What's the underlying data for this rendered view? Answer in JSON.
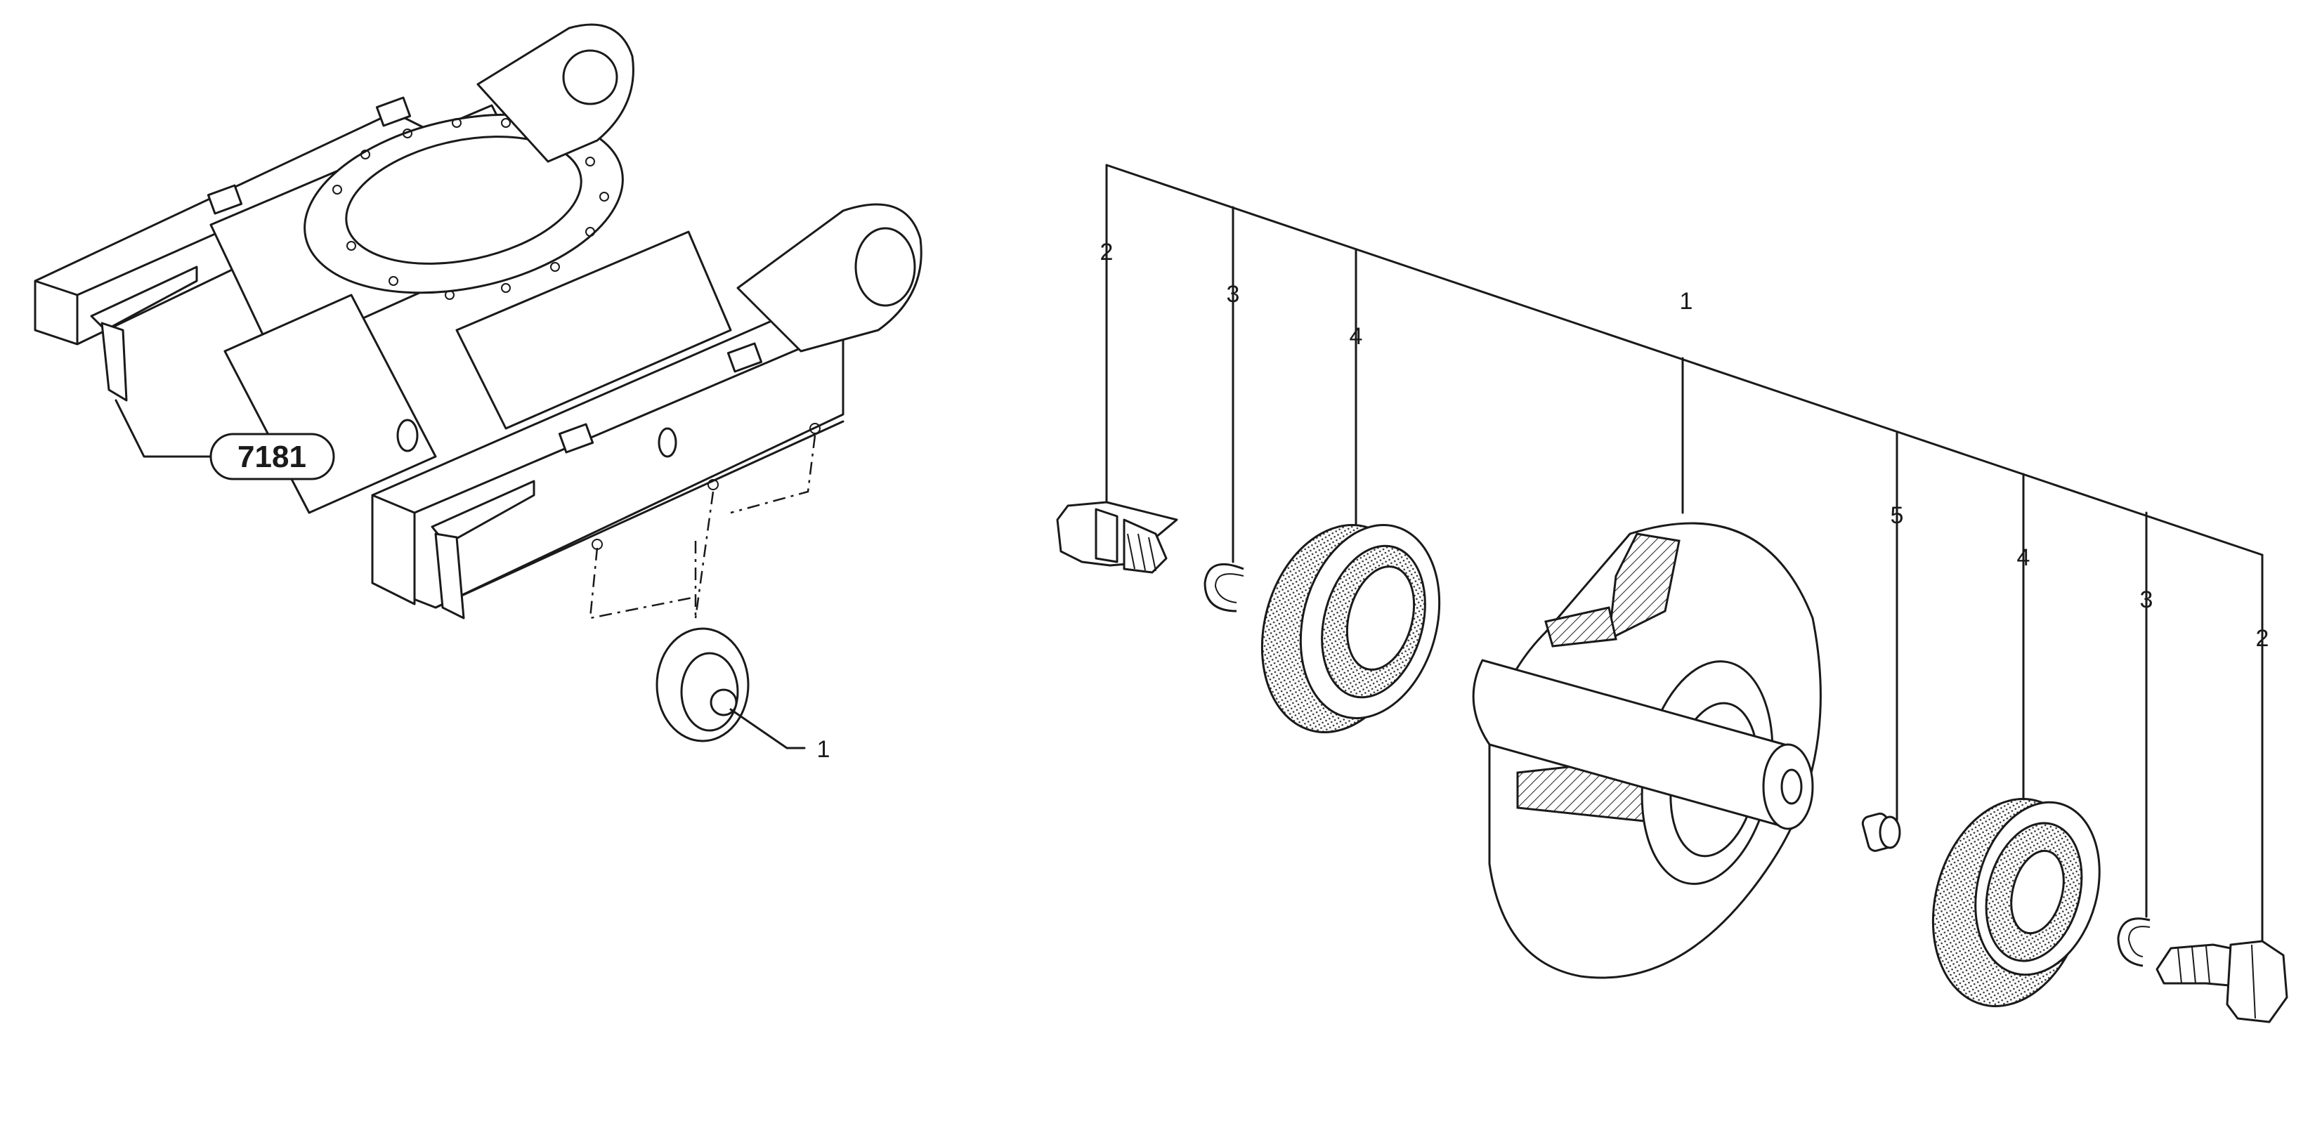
{
  "diagram": {
    "frame_reference": "7181",
    "left_callout": "1",
    "callouts": {
      "bolt_left": "2",
      "washer_left": "3",
      "seal_left": "4",
      "roller": "1",
      "plug": "5",
      "seal_right": "4",
      "washer_right": "3",
      "bolt_right": "2"
    }
  }
}
